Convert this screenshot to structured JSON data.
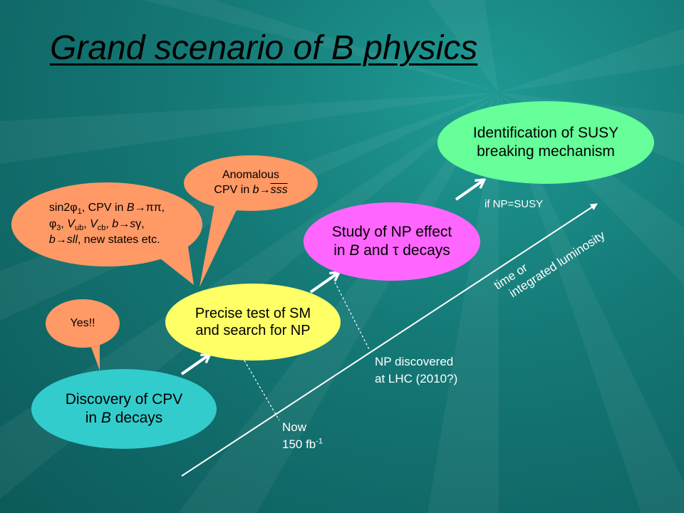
{
  "slide": {
    "title": "Grand scenario of B physics",
    "colors": {
      "background": "#157a77",
      "ellipse_cpv": "#33cccc",
      "ellipse_precise": "#ffff66",
      "ellipse_np": "#ff66ff",
      "ellipse_susy": "#66ff99",
      "bubble": "#ff9966"
    }
  },
  "stages": {
    "discovery": {
      "line1": "Discovery of CPV",
      "line2_pre": "in ",
      "line2_italic": "B",
      "line2_post": " decays"
    },
    "precise": {
      "line1": "Precise test of SM",
      "line2": "and search for NP"
    },
    "np_study": {
      "line1": "Study of NP effect",
      "line2_pre": "in ",
      "line2_italic": "B",
      "line2_mid": " and ",
      "line2_symbol": "τ",
      "line2_post": " decays"
    },
    "susy": {
      "line1": "Identification of SUSY",
      "line2": "breaking mechanism"
    }
  },
  "bubbles": {
    "yes": "Yes!!",
    "anomalous": {
      "line1": "Anomalous",
      "line2_pre": "CPV in ",
      "line2_b": "b",
      "line2_arrow": "→",
      "line2_sss": "sss"
    },
    "measurements": {
      "l1_a": "sin2",
      "l1_phi": "φ",
      "l1_phi_sub": "1",
      "l1_b": ", CPV in ",
      "l1_B": "B",
      "l1_arrow": "→",
      "l1_pipi": "ππ",
      "l1_c": ",",
      "l2_phi": "φ",
      "l2_phi_sub": "3",
      "l2_a": ", ",
      "l2_V1": "V",
      "l2_V1_sub": "ub",
      "l2_b": ", ",
      "l2_V2": "V",
      "l2_V2_sub": "cb",
      "l2_c": ", ",
      "l2_bb": "b",
      "l2_arrow": "→",
      "l2_s": "s",
      "l2_gamma": "γ",
      "l2_d": ",",
      "l3_b": "b",
      "l3_arrow": "→",
      "l3_sll": "sll",
      "l3_rest": ", new states etc."
    }
  },
  "annotations": {
    "now_line1": "Now",
    "now_line2": "150 fb",
    "now_sup": "-1",
    "np_discovered_line1": "NP discovered",
    "np_discovered_line2": "at LHC (2010?)",
    "if_susy": "if NP=SUSY",
    "axis_line1": "time or",
    "axis_line2": "integrated luminosity"
  }
}
